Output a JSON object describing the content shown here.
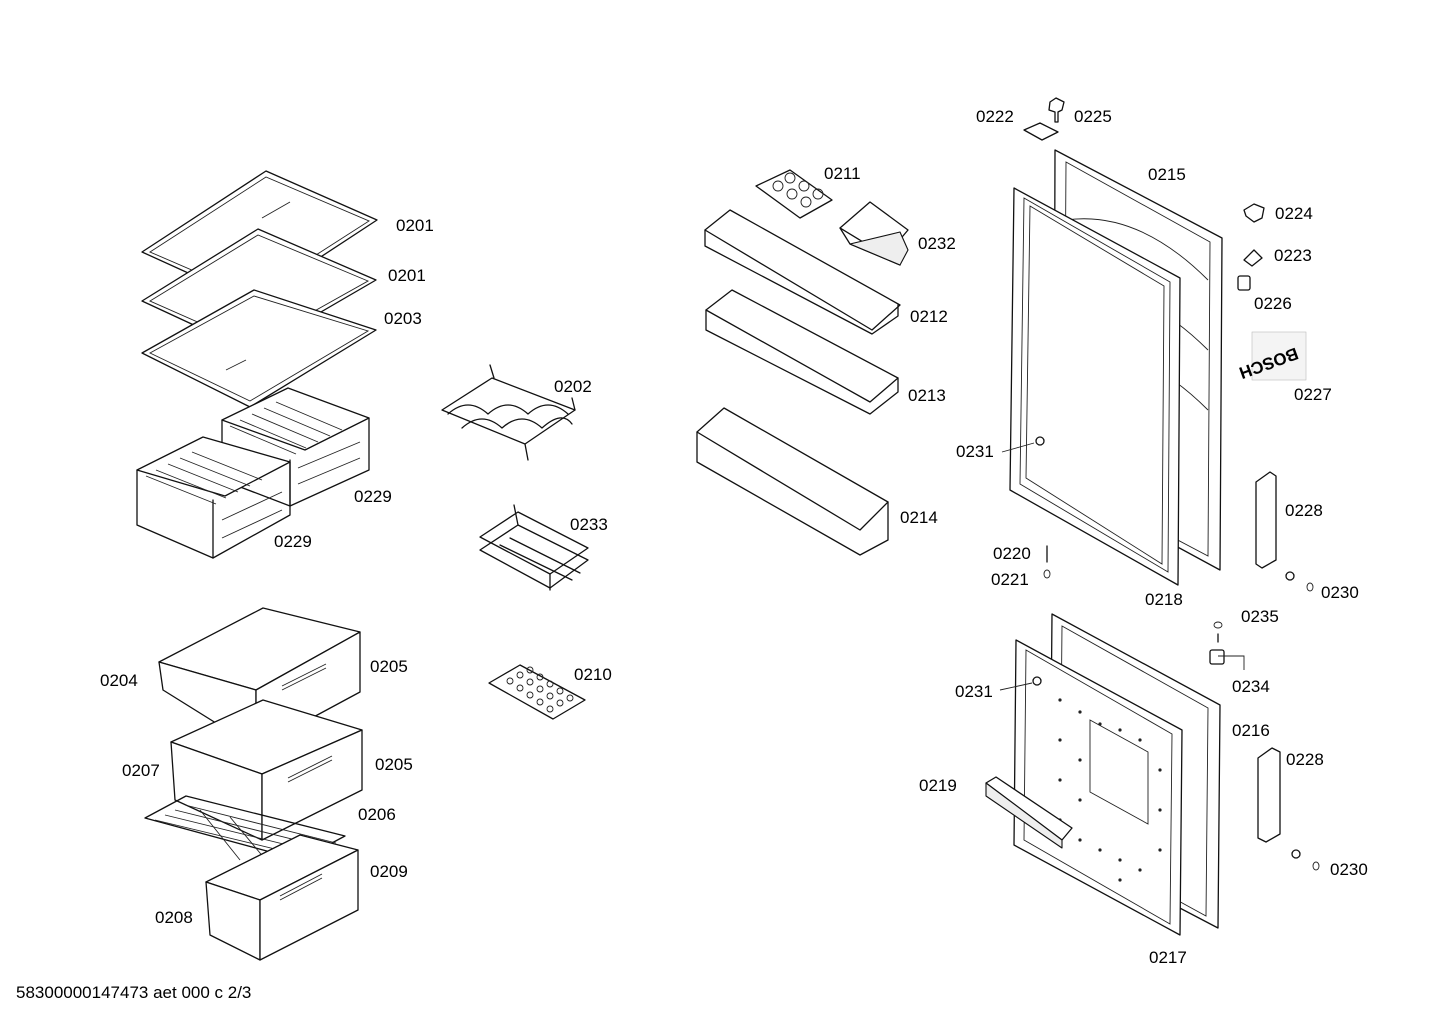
{
  "diagram": {
    "labels": {
      "p0201a": "0201",
      "p0201b": "0201",
      "p0203": "0203",
      "p0202": "0202",
      "p0229a": "0229",
      "p0229b": "0229",
      "p0233": "0233",
      "p0204": "0204",
      "p0205a": "0205",
      "p0205b": "0205",
      "p0210": "0210",
      "p0207": "0207",
      "p0206": "0206",
      "p0209": "0209",
      "p0208": "0208",
      "p0211": "0211",
      "p0232": "0232",
      "p0212": "0212",
      "p0213": "0213",
      "p0214": "0214",
      "p0222": "0222",
      "p0225": "0225",
      "p0215": "0215",
      "p0224": "0224",
      "p0223": "0223",
      "p0226": "0226",
      "p0227": "0227",
      "p0231a": "0231",
      "p0228a": "0228",
      "p0220": "0220",
      "p0221": "0221",
      "p0230a": "0230",
      "p0218": "0218",
      "p0235": "0235",
      "p0234": "0234",
      "p0231b": "0231",
      "p0216": "0216",
      "p0228b": "0228",
      "p0219": "0219",
      "p0230b": "0230",
      "p0217": "0217"
    },
    "logo_text": "BOSCH",
    "footer": "58300000147473 aet 000 c 2/3"
  }
}
